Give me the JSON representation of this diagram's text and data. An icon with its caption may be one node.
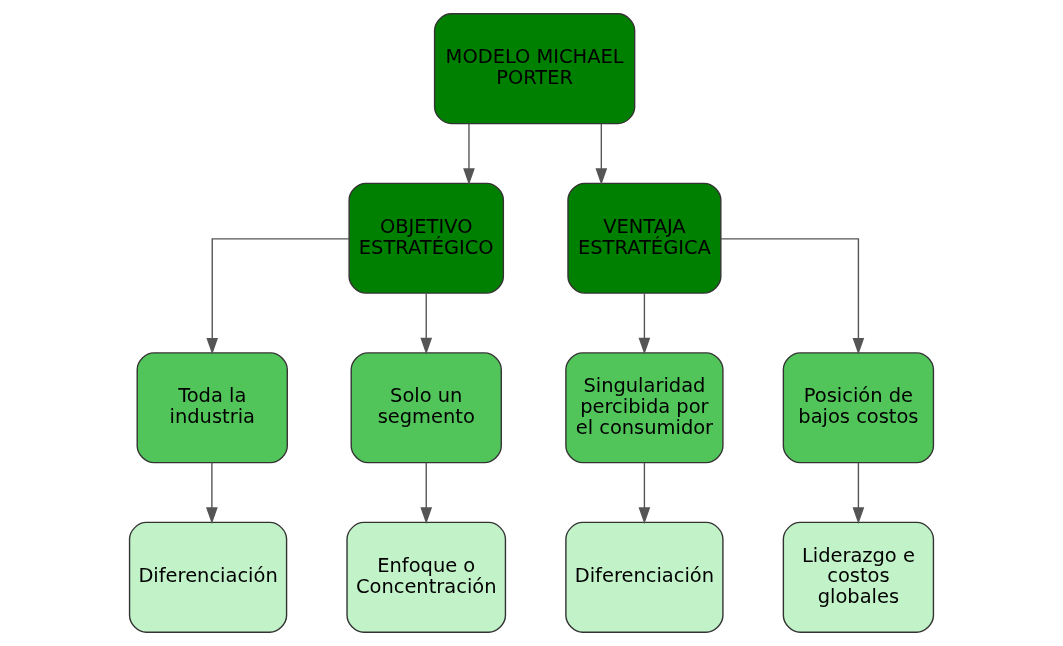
{
  "diagram": {
    "nodes": [
      {
        "text": [
          "MODELO MICHAEL PORTER"
        ]
      },
      {
        "text": [
          "OBJETIVO ESTRATÉGICO"
        ]
      },
      {
        "text": [
          "VENTAJA ESTRATÉGICA"
        ]
      },
      {
        "text": [
          "Toda la industria"
        ]
      },
      {
        "text": [
          "Solo un segmento"
        ]
      },
      {
        "text": [
          "Singularidad percibida por el consumidor"
        ]
      },
      {
        "text": [
          "Posición de bajos costos"
        ]
      },
      {
        "text": [
          "Diferenciación"
        ]
      },
      {
        "text": [
          "Enfoque o Concentración"
        ]
      },
      {
        "text": [
          "Diferenciación"
        ]
      },
      {
        "text": [
          "Liderazgo e costos globales"
        ]
      }
    ],
    "edges": [
      {
        "from": 0,
        "to": 1,
        "arrow": "to"
      },
      {
        "from": 0,
        "to": 2,
        "arrow": "to"
      },
      {
        "from": 1,
        "to": 3,
        "arrow": "to"
      },
      {
        "from": 1,
        "to": 4,
        "arrow": "to"
      },
      {
        "from": 2,
        "to": 5,
        "arrow": "to"
      },
      {
        "from": 2,
        "to": 6,
        "arrow": "to"
      },
      {
        "from": 3,
        "to": 7,
        "arrow": "to"
      },
      {
        "from": 4,
        "to": 8,
        "arrow": "to"
      },
      {
        "from": 5,
        "to": 9,
        "arrow": "to"
      },
      {
        "from": 6,
        "to": 10,
        "arrow": "to"
      }
    ]
  }
}
